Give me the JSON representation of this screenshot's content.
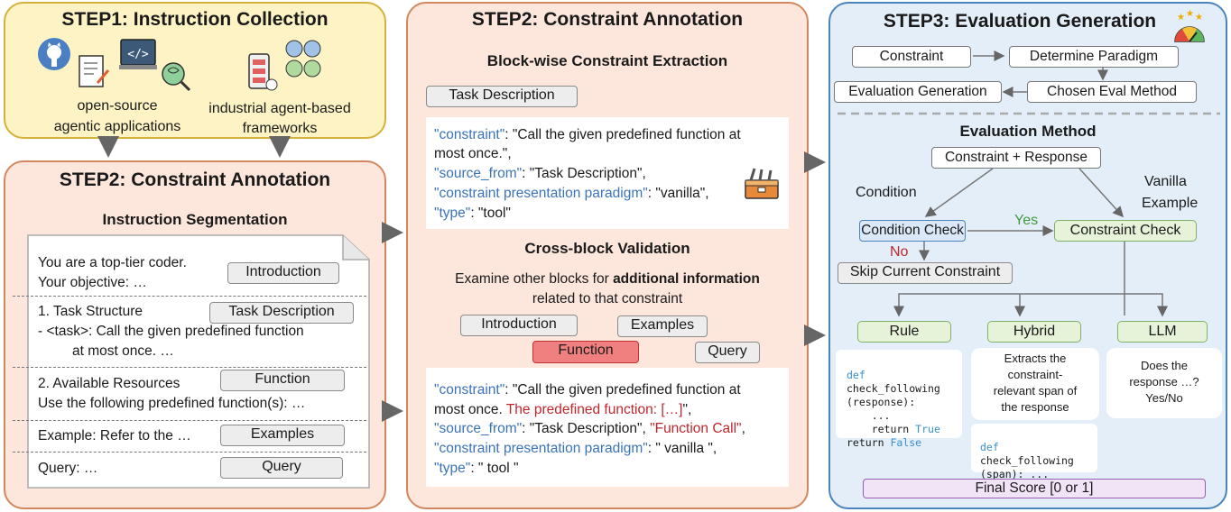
{
  "step1": {
    "title": "STEP1: Instruction Collection",
    "source_left": [
      "open-source",
      "agentic applications"
    ],
    "source_right": [
      "industrial agent-based",
      "frameworks"
    ]
  },
  "step2_left": {
    "title": "STEP2: Constraint Annotation",
    "subtitle": "Instruction Segmentation",
    "doc": {
      "intro_lines": [
        "You are a top-tier coder.",
        "Your objective: …"
      ],
      "task_lines": [
        "1. Task Structure",
        "-   <task>: Call the given predefined function",
        "at most once. …"
      ],
      "resource_lines": [
        "2. Available Resources",
        "Use the following predefined function(s): …"
      ],
      "example_line": "Example: Refer to the …",
      "query_line": "Query:  …"
    },
    "tags": {
      "introduction": "Introduction",
      "task_description": "Task Description",
      "function": "Function",
      "examples": "Examples",
      "query": "Query"
    }
  },
  "step2_mid": {
    "title": "STEP2: Constraint Annotation",
    "block_title": "Block-wise Constraint Extraction",
    "task_tag": "Task Description",
    "json1": {
      "k_constraint": "\"constraint\"",
      "v_constraint_1": ": \"Call the given predefined function at",
      "v_constraint_2": "most once.\",",
      "k_source": "\"source_from\"",
      "v_source": ": \"Task Description\",",
      "k_paradigm": "\"constraint presentation paradigm\"",
      "v_paradigm": ": \"vanilla\",",
      "k_type": "\"type\"",
      "v_type": ": \"tool\""
    },
    "cross_title": "Cross-block Validation",
    "cross_desc_1_pre": "Examine other blocks for ",
    "cross_desc_1_bold": "additional information",
    "cross_desc_2": "related to that constraint",
    "tags": {
      "introduction": "Introduction",
      "examples": "Examples",
      "function": "Function",
      "query": "Query"
    },
    "json2": {
      "k_constraint": "\"constraint\"",
      "v_constraint_1": ": \"Call the given predefined function at",
      "v_constraint_2a": "most once. ",
      "v_constraint_2b": "The predefined function: […]",
      "v_constraint_2c": "\",",
      "k_source": "\"source_from\"",
      "v_source_a": ":  \"Task Description\", ",
      "v_source_b": "\"Function Call\"",
      "v_source_c": ",",
      "k_paradigm": "\"constraint presentation paradigm\"",
      "v_paradigm": ": \" vanilla \",",
      "k_type": "\"type\"",
      "v_type": ": \" tool \""
    }
  },
  "step3": {
    "title": "STEP3: Evaluation Generation",
    "flow": {
      "constraint": "Constraint",
      "determine": "Determine Paradigm",
      "chosen": "Chosen Eval Method",
      "generation": "Evaluation Generation"
    },
    "method_title": "Evaluation Method",
    "constraint_response": "Constraint + Response",
    "condition_label": "Condition",
    "vanilla_label_1": "Vanilla",
    "vanilla_label_2": "Example",
    "condition_check": "Condition Check",
    "constraint_check": "Constraint Check",
    "yes": "Yes",
    "no": "No",
    "skip": "Skip Current Constraint",
    "rule": "Rule",
    "hybrid": "Hybrid",
    "llm": "LLM",
    "rule_code": {
      "def": "def",
      "line2": "check_following",
      "line3": "(response):",
      "line4": "    ...",
      "line5a": "    return ",
      "line5b": "True",
      "line6a": "return ",
      "line6b": "False"
    },
    "hybrid_text": [
      "Extracts the",
      "constraint-",
      "relevant span of",
      "the response"
    ],
    "hybrid_code": {
      "def": "def",
      "line2": "check_following",
      "line3": "(span): ..."
    },
    "llm_text": [
      "Does the",
      "response …?",
      "Yes/No"
    ],
    "final_score": "Final Score [0 or 1]"
  },
  "colors": {
    "step1_bg": "#fdf3c4",
    "step1_border": "#d4b13a",
    "step2_bg": "#fde6dc",
    "step2_border": "#d2875e",
    "step3_bg": "#e3eef8",
    "step3_border": "#4a84bd",
    "red_tag": "#f08080",
    "green_node": "#e6f3d9",
    "final_bg": "#f1e4f7"
  },
  "icons": [
    "github-icon",
    "code-document-icon",
    "laptop-code-icon",
    "brain-search-icon",
    "phone-app-icon",
    "agent-network-icon",
    "toolbox-icon",
    "gauge-stars-icon"
  ]
}
